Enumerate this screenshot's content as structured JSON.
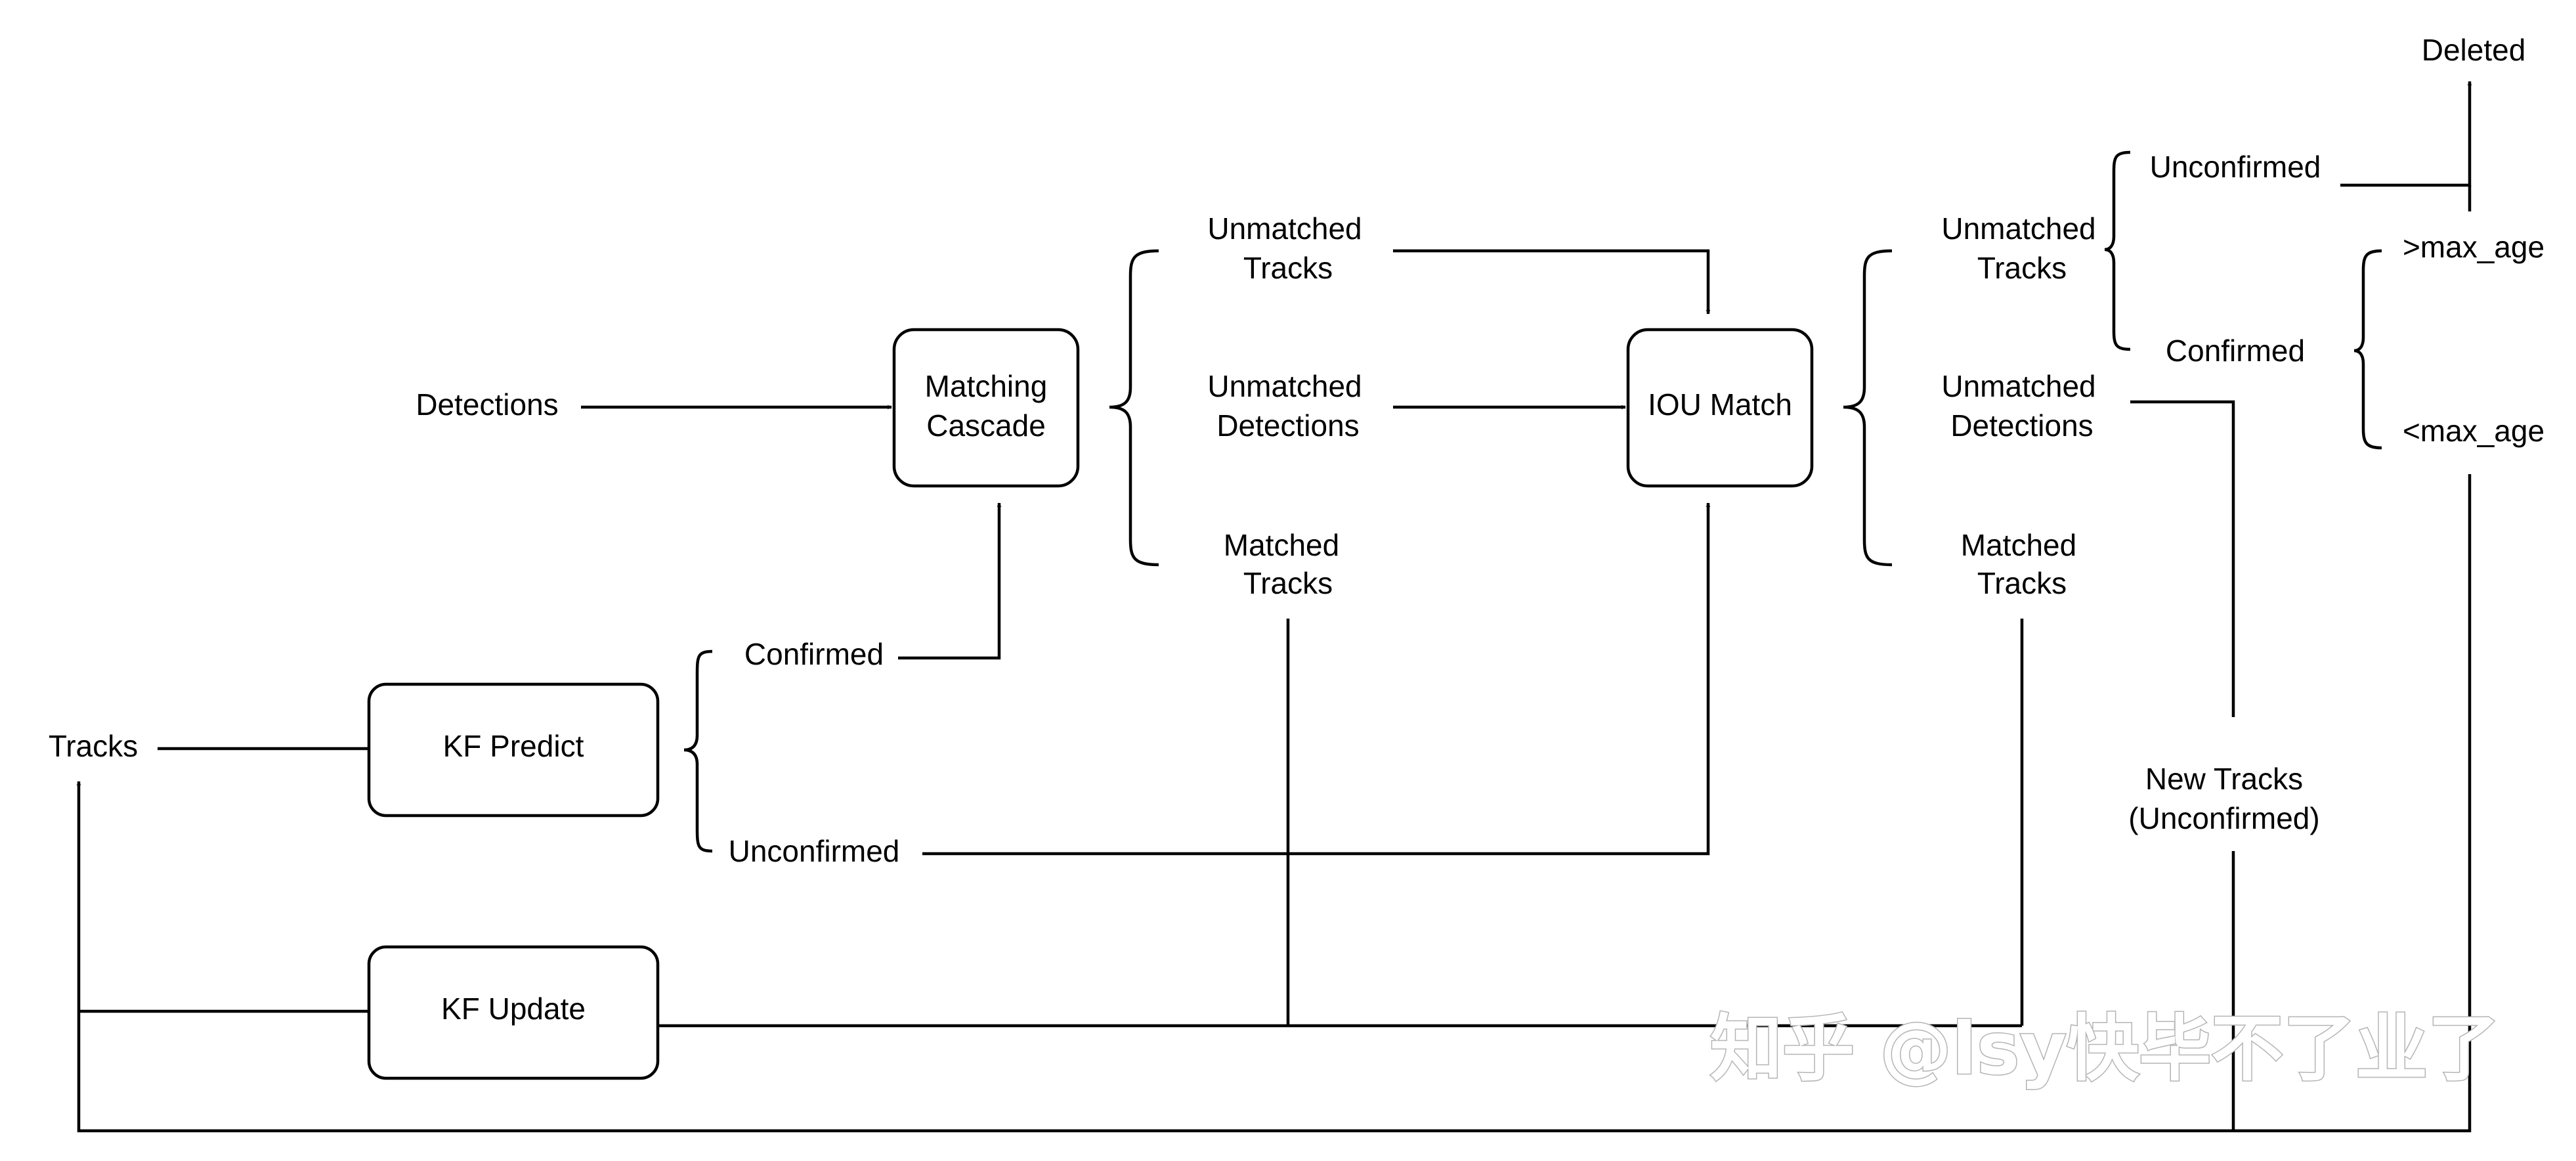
{
  "labels": {
    "tracks": "Tracks",
    "detections": "Detections",
    "kf_predict": "KF Predict",
    "kf_update": "KF Update",
    "matching_cascade_l1": "Matching",
    "matching_cascade_l2": "Cascade",
    "iou_match": "IOU Match",
    "confirmed_left": "Confirmed",
    "unconfirmed_left": "Unconfirmed",
    "mc_unmatched_tracks_l1": "Unmatched",
    "mc_unmatched_tracks_l2": "Tracks",
    "mc_unmatched_detections_l1": "Unmatched",
    "mc_unmatched_detections_l2": "Detections",
    "mc_matched_tracks_l1": "Matched",
    "mc_matched_tracks_l2": "Tracks",
    "iou_unmatched_tracks_l1": "Unmatched",
    "iou_unmatched_tracks_l2": "Tracks",
    "iou_unmatched_detections_l1": "Unmatched",
    "iou_unmatched_detections_l2": "Detections",
    "iou_matched_tracks_l1": "Matched",
    "iou_matched_tracks_l2": "Tracks",
    "unconfirmed_right": "Unconfirmed",
    "confirmed_right": "Confirmed",
    "gt_max_age": ">max_age",
    "lt_max_age": "<max_age",
    "deleted": "Deleted",
    "new_tracks_l1": "New Tracks",
    "new_tracks_l2": "(Unconfirmed)"
  },
  "watermark": "知乎 @lsy快毕不了业了",
  "colors": {
    "line": "#000000",
    "background": "#ffffff",
    "watermark_stroke": "#b4b4b4"
  }
}
